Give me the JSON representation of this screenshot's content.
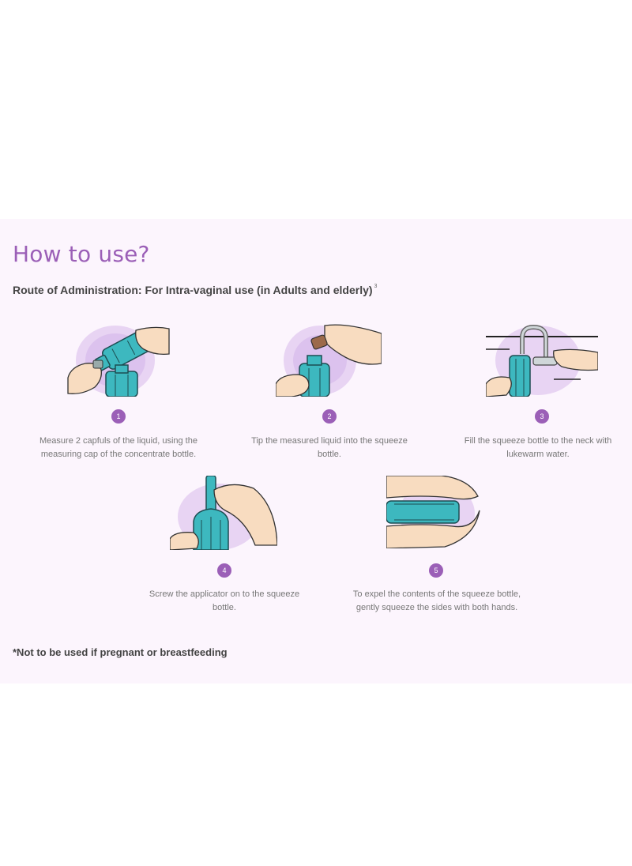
{
  "header": {
    "title": "How to use?",
    "route": "Route of Administration: For Intra-vaginal use (in Adults and elderly)",
    "route_superscript": "3"
  },
  "steps": [
    {
      "number": "1",
      "caption_line1": "Measure 2 capfuls of the liquid, using the",
      "caption_line2": "measuring cap of the concentrate bottle."
    },
    {
      "number": "2",
      "caption_line1": "Tip the measured liquid into the squeeze",
      "caption_line2": "bottle."
    },
    {
      "number": "3",
      "caption_line1": "Fill the squeeze bottle to the neck with",
      "caption_line2": "lukewarm water."
    },
    {
      "number": "4",
      "caption_line1": "Screw the applicator on to the squeeze",
      "caption_line2": "bottle."
    },
    {
      "number": "5",
      "caption_line1": "To expel the contents of the squeeze bottle,",
      "caption_line2": "gently squeeze the sides with both hands."
    }
  ],
  "footnote": "*Not to be used if pregnant or breastfeeding",
  "colors": {
    "panel_background": "#fcf5fd",
    "accent_purple": "#9b5fb7",
    "bottle_teal": "#3db8bf",
    "skin": "#f8dcc0",
    "glow_lilac": "#e4cdf0"
  },
  "icons": [
    "measuring-cap-illustration",
    "pour-liquid-illustration",
    "tap-fill-illustration",
    "screw-applicator-illustration",
    "squeeze-bottle-illustration"
  ]
}
